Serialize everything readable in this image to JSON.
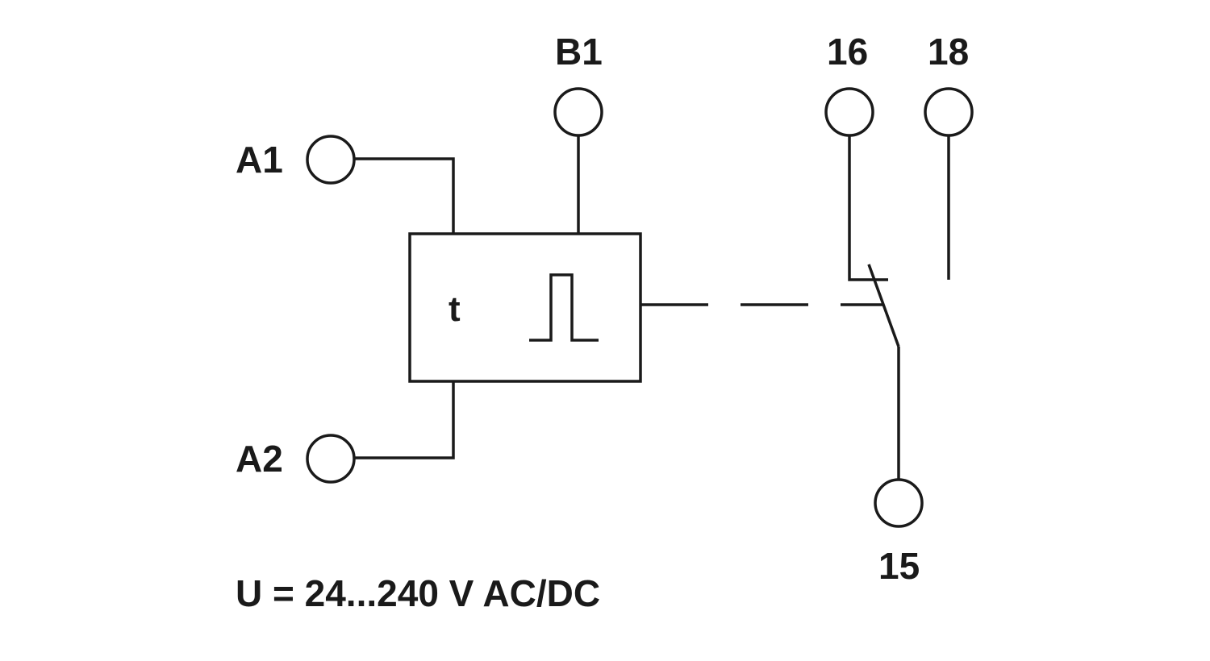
{
  "terminals": {
    "a1": "A1",
    "a2": "A2",
    "b1": "B1",
    "t16": "16",
    "t18": "18",
    "t15": "15"
  },
  "function_block": {
    "time_symbol": "t",
    "pulse_icon": "single-pulse-icon"
  },
  "contact": {
    "type": "changeover-contact"
  },
  "supply_voltage": "U = 24...240 V AC/DC",
  "colors": {
    "line": "#1a1a1a",
    "background": "#ffffff"
  }
}
